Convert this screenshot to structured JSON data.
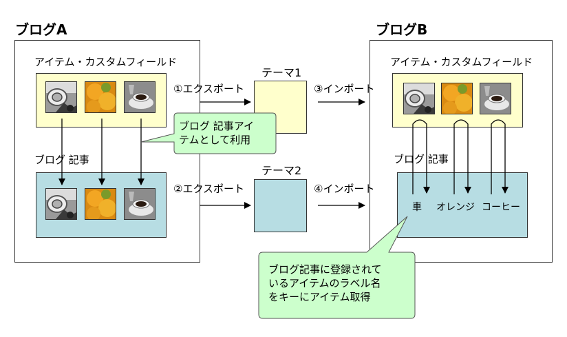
{
  "blog_a": {
    "title": "ブログA",
    "custom_field_label": "アイテム・カスタムフィールド",
    "entry_label": "ブログ 記事"
  },
  "blog_b": {
    "title": "ブログB",
    "custom_field_label": "アイテム・カスタムフィールド",
    "entry_label": "ブログ 記事",
    "entry_items": [
      "車",
      "オレンジ",
      "コーヒー"
    ]
  },
  "theme1": {
    "label": "テーマ1",
    "export": "①エクスポート",
    "import": "③インポート",
    "color": "#ffffcc"
  },
  "theme2": {
    "label": "テーマ2",
    "export": "②エクスポート",
    "import": "④インポート",
    "color": "#b7dde3"
  },
  "callout_top": {
    "lines": [
      "ブログ 記事アイ",
      "テムとして利用"
    ]
  },
  "callout_bottom": {
    "lines": [
      "ブログ記事に登録されて",
      "いるアイテムのラベル名",
      "をキーにアイテム取得"
    ]
  },
  "icons": [
    "car-icon",
    "orange-icon",
    "coffee-icon"
  ],
  "colors": {
    "callout_fill": "#ccffcc",
    "yellow": "#ffffcc",
    "blue": "#b7dde3"
  }
}
